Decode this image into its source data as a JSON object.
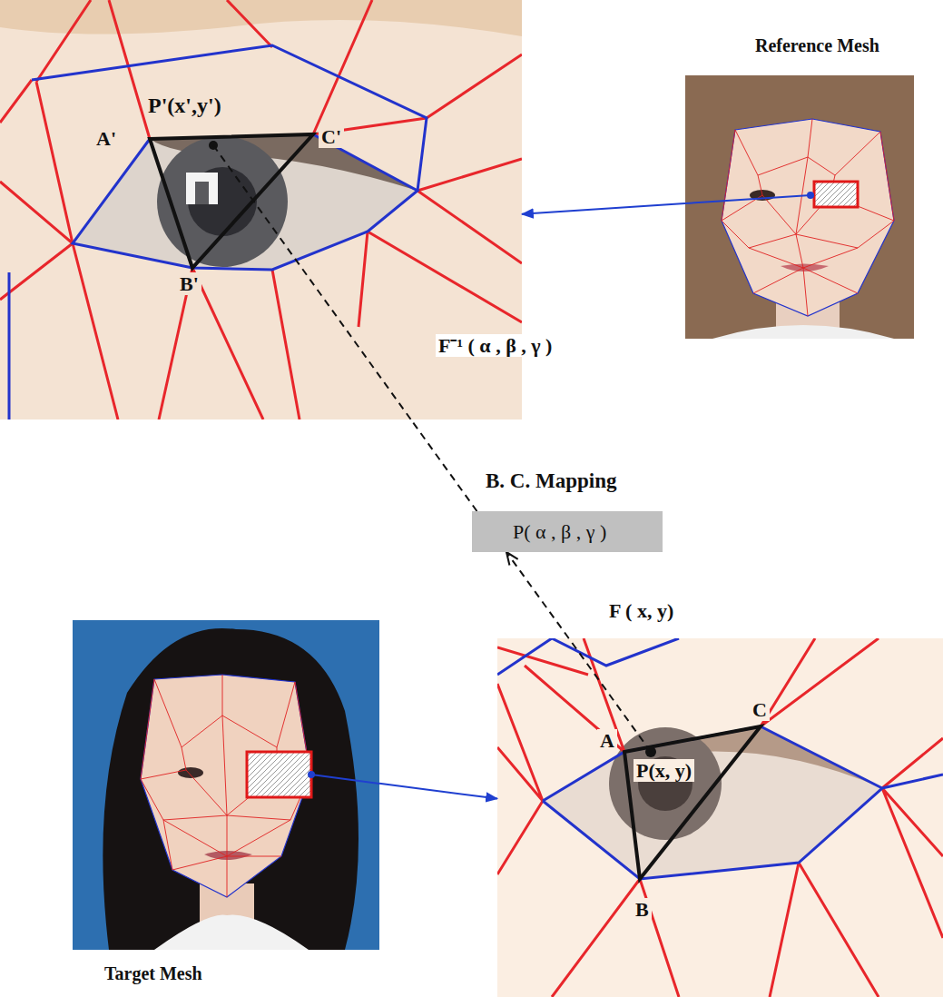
{
  "diagram": {
    "nodes": [
      {
        "text": [
          "P'(x',y')",
          "A'",
          "C'",
          "B'"
        ]
      },
      {
        "text": [
          "Reference Mesh"
        ]
      },
      {
        "text": [
          "P( α , β , γ )"
        ]
      },
      {
        "text": [
          "Target Mesh"
        ]
      },
      {
        "text": [
          "C",
          "A",
          "P(x, y)",
          "B"
        ]
      }
    ],
    "edges": [
      {
        "from": 1,
        "to": 0,
        "arrow": "to"
      },
      {
        "from": 3,
        "to": 4,
        "arrow": "to"
      },
      {
        "from": 4,
        "to": 2,
        "arrow": "to"
      },
      {
        "from": 2,
        "to": 0,
        "arrow": "none"
      }
    ],
    "labels": [
      "F⁻¹ ( α , β , γ )",
      "B. C. Mapping",
      "F ( x, y)"
    ]
  }
}
